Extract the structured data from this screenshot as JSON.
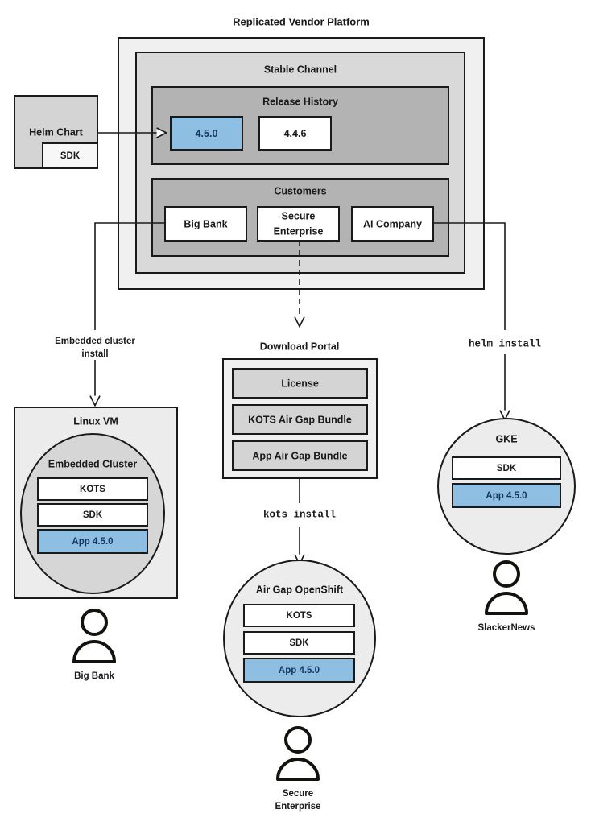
{
  "diagram": {
    "title": "Replicated Vendor Platform",
    "colors": {
      "outer_panel": "#f0f0f0",
      "channel_panel": "#d9d9d9",
      "section_panel": "#b3b3b3",
      "box_gray": "#d4d4d4",
      "box_white": "#ffffff",
      "app_blue_fill": "#8ebfe3",
      "app_blue_stroke": "#3a74a8",
      "app_blue_text": "#14375e",
      "node_light": "#ececec",
      "cluster_gray": "#d6d6d6",
      "stroke": "#1a1a1a"
    },
    "source": {
      "helm_chart_label": "Helm Chart",
      "sdk_label": "SDK"
    },
    "platform": {
      "title": "Replicated Vendor Platform",
      "channel": {
        "title": "Stable Channel",
        "release_history": {
          "title": "Release History",
          "releases": [
            {
              "version": "4.5.0",
              "highlighted": true
            },
            {
              "version": "4.4.6",
              "highlighted": false
            }
          ]
        },
        "customers": {
          "title": "Customers",
          "items": [
            {
              "name": "Big Bank"
            },
            {
              "name": "Secure\nEnterprise",
              "line1": "Secure",
              "line2": "Enterprise"
            },
            {
              "name": "AI Company"
            }
          ]
        }
      }
    },
    "download_portal": {
      "title": "Download Portal",
      "items": [
        "License",
        "KOTS Air Gap Bundle",
        "App Air Gap Bundle"
      ]
    },
    "edge_labels": [
      {
        "id": "embedded-cluster-install",
        "line1": "Embedded cluster",
        "line2": "install",
        "mono": false
      },
      {
        "id": "kots-install",
        "text": "kots install",
        "mono": true
      },
      {
        "id": "helm-install",
        "text": "helm install",
        "mono": true
      }
    ],
    "targets": [
      {
        "id": "linux-vm",
        "title": "Linux VM",
        "inner_title": "Embedded Cluster",
        "components": [
          {
            "label": "KOTS",
            "style": "white"
          },
          {
            "label": "SDK",
            "style": "white"
          },
          {
            "label": "App 4.5.0",
            "style": "blue"
          }
        ],
        "actor": "Big Bank"
      },
      {
        "id": "air-gap-openshift",
        "title": "Air Gap OpenShift",
        "components": [
          {
            "label": "KOTS",
            "style": "white"
          },
          {
            "label": "SDK",
            "style": "white"
          },
          {
            "label": "App 4.5.0",
            "style": "blue"
          }
        ],
        "actor_line1": "Secure",
        "actor_line2": "Enterprise"
      },
      {
        "id": "gke",
        "title": "GKE",
        "components": [
          {
            "label": "SDK",
            "style": "white"
          },
          {
            "label": "App 4.5.0",
            "style": "blue"
          }
        ],
        "actor": "SlackerNews"
      }
    ]
  }
}
